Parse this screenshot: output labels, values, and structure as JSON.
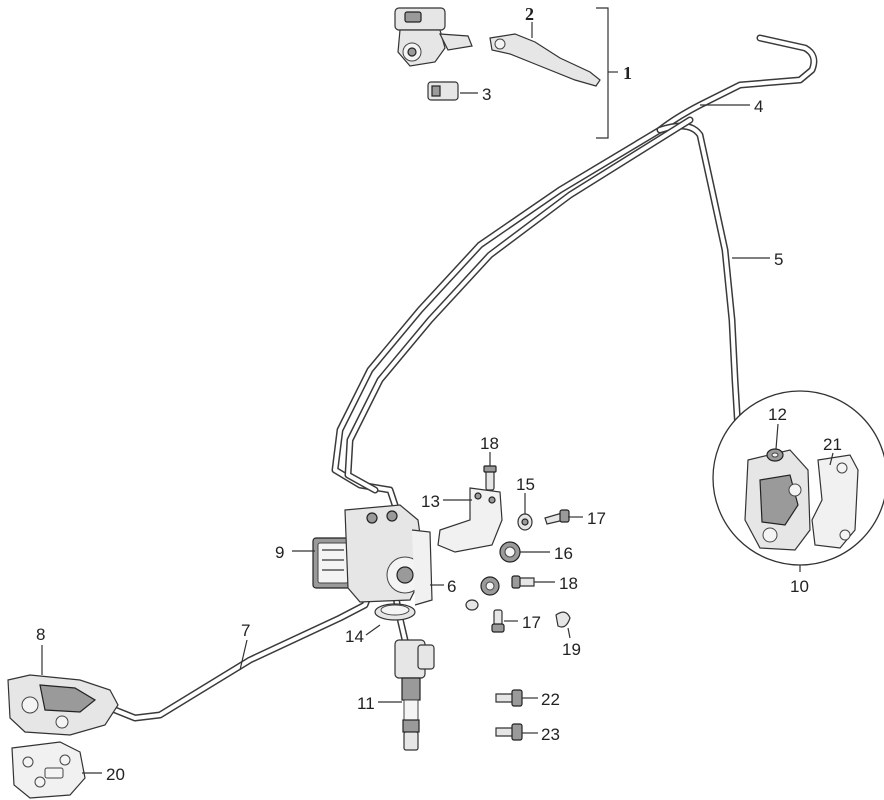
{
  "callouts": [
    {
      "id": "1",
      "label": "1"
    },
    {
      "id": "2",
      "label": "2"
    },
    {
      "id": "3",
      "label": "3"
    },
    {
      "id": "4",
      "label": "4"
    },
    {
      "id": "5",
      "label": "5"
    },
    {
      "id": "6",
      "label": "6"
    },
    {
      "id": "7",
      "label": "7"
    },
    {
      "id": "8",
      "label": "8"
    },
    {
      "id": "9",
      "label": "9"
    },
    {
      "id": "10",
      "label": "10"
    },
    {
      "id": "11",
      "label": "11"
    },
    {
      "id": "12",
      "label": "12"
    },
    {
      "id": "13",
      "label": "13"
    },
    {
      "id": "14",
      "label": "14"
    },
    {
      "id": "15",
      "label": "15"
    },
    {
      "id": "16",
      "label": "16"
    },
    {
      "id": "17a",
      "label": "17"
    },
    {
      "id": "17b",
      "label": "17"
    },
    {
      "id": "18a",
      "label": "18"
    },
    {
      "id": "18b",
      "label": "18"
    },
    {
      "id": "19",
      "label": "19"
    },
    {
      "id": "20",
      "label": "20"
    },
    {
      "id": "21",
      "label": "21"
    },
    {
      "id": "22",
      "label": "22"
    },
    {
      "id": "23",
      "label": "23"
    }
  ],
  "colors": {
    "line": "#333333",
    "background": "#ffffff",
    "part_fill": "#e6e6e6"
  }
}
